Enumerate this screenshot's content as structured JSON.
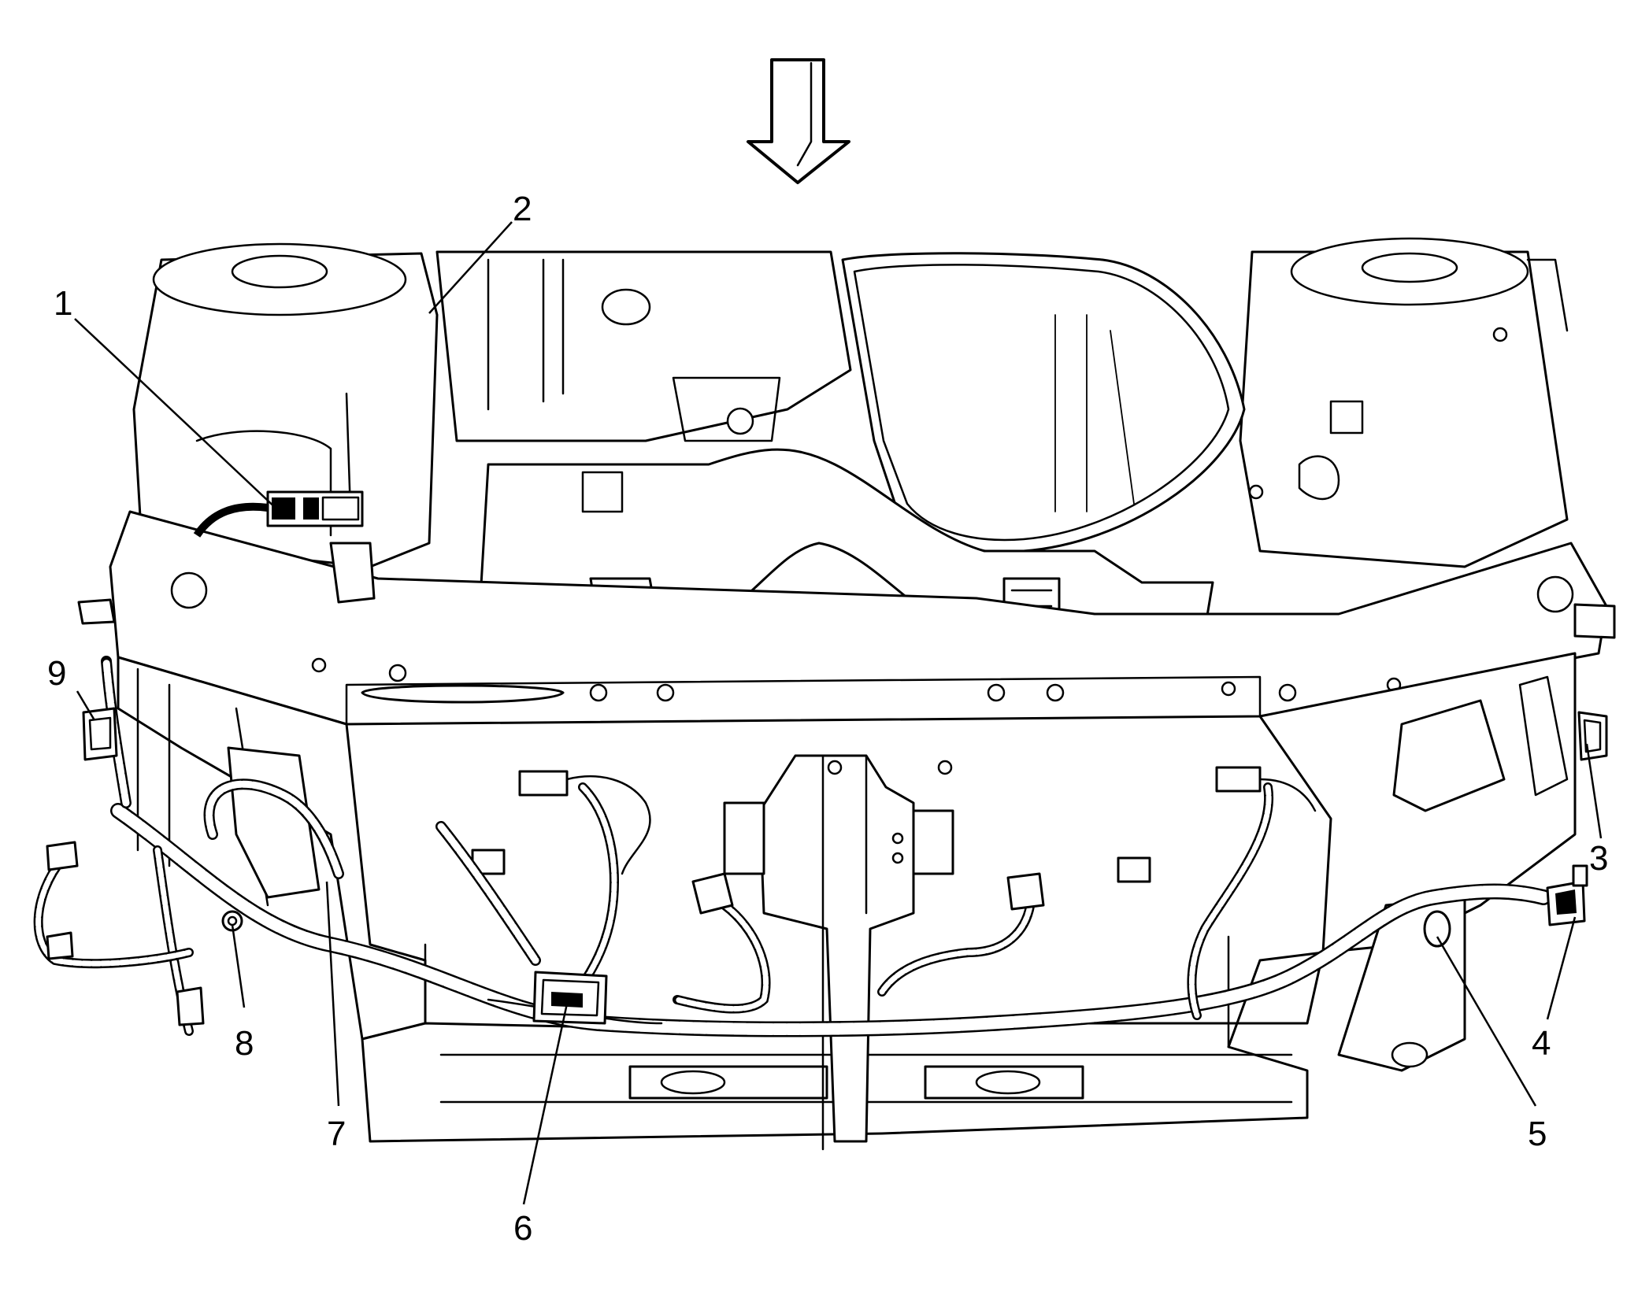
{
  "diagram": {
    "view_direction_icon": "arrow-down-icon",
    "callouts": [
      {
        "id": "1",
        "label": "1"
      },
      {
        "id": "2",
        "label": "2"
      },
      {
        "id": "3",
        "label": "3"
      },
      {
        "id": "4",
        "label": "4"
      },
      {
        "id": "5",
        "label": "5"
      },
      {
        "id": "6",
        "label": "6"
      },
      {
        "id": "7",
        "label": "7"
      },
      {
        "id": "8",
        "label": "8"
      },
      {
        "id": "9",
        "label": "9"
      }
    ]
  }
}
